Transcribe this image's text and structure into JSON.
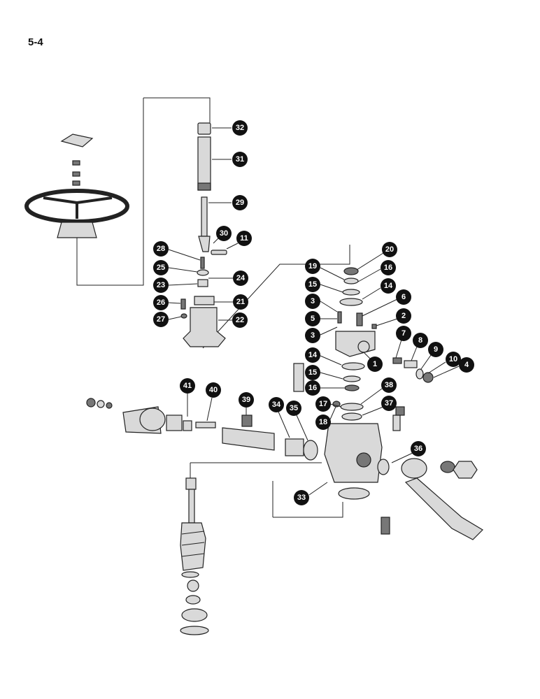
{
  "page": {
    "number": "5-4"
  },
  "callouts": [
    {
      "label": "32"
    },
    {
      "label": "31"
    },
    {
      "label": "29"
    },
    {
      "label": "30"
    },
    {
      "label": "11"
    },
    {
      "label": "28"
    },
    {
      "label": "25"
    },
    {
      "label": "24"
    },
    {
      "label": "23"
    },
    {
      "label": "21"
    },
    {
      "label": "26"
    },
    {
      "label": "27"
    },
    {
      "label": "22"
    },
    {
      "label": "20"
    },
    {
      "label": "19"
    },
    {
      "label": "16"
    },
    {
      "label": "15"
    },
    {
      "label": "14"
    },
    {
      "label": "3"
    },
    {
      "label": "6"
    },
    {
      "label": "5"
    },
    {
      "label": "2"
    },
    {
      "label": "3"
    },
    {
      "label": "7"
    },
    {
      "label": "8"
    },
    {
      "label": "9"
    },
    {
      "label": "10"
    },
    {
      "label": "4"
    },
    {
      "label": "1"
    },
    {
      "label": "14"
    },
    {
      "label": "15"
    },
    {
      "label": "16"
    },
    {
      "label": "38"
    },
    {
      "label": "17"
    },
    {
      "label": "37"
    },
    {
      "label": "18"
    },
    {
      "label": "41"
    },
    {
      "label": "40"
    },
    {
      "label": "39"
    },
    {
      "label": "34"
    },
    {
      "label": "35"
    },
    {
      "label": "36"
    },
    {
      "label": "33"
    }
  ]
}
